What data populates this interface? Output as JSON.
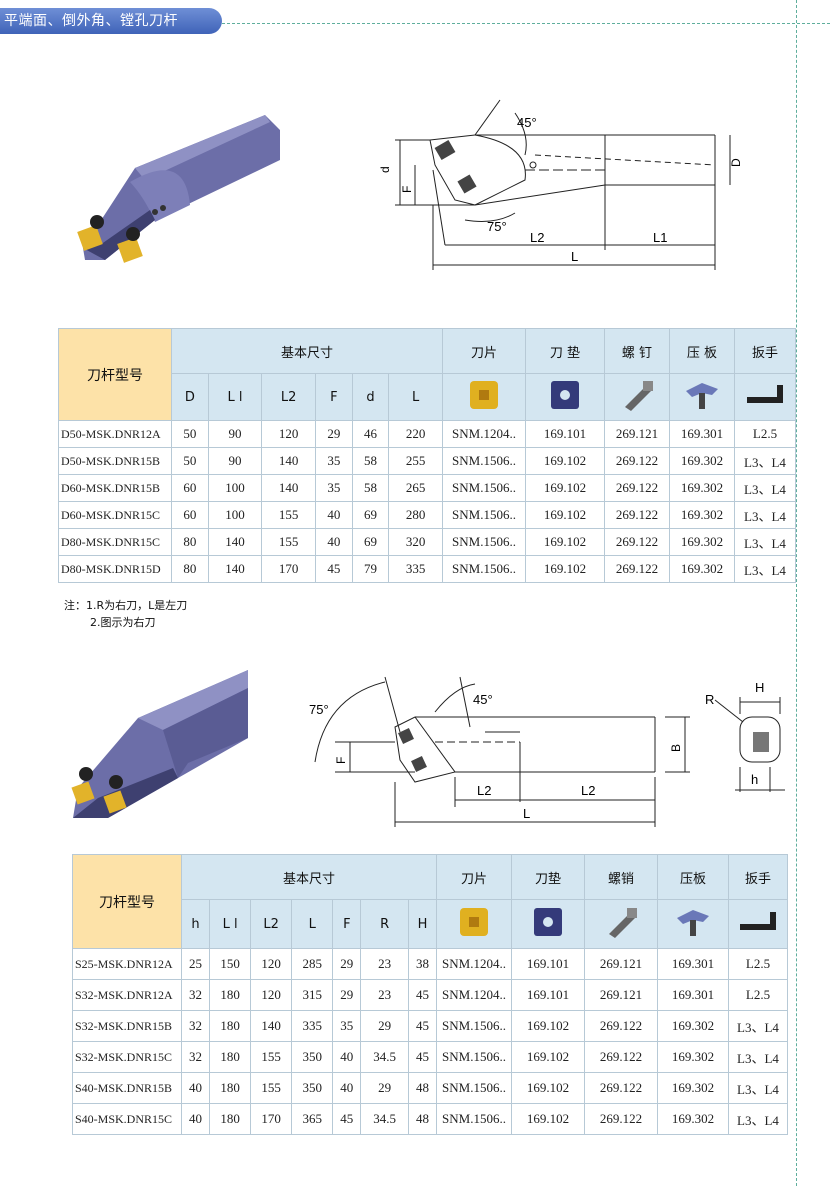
{
  "header": {
    "title": "平端面、倒外角、镗孔刀杆"
  },
  "diagram1": {
    "angle_top": "45°",
    "angle_bottom": "75°",
    "dim_d": "d",
    "dim_F": "F",
    "dim_D": "D",
    "dim_L2": "L2",
    "dim_L1": "L1",
    "dim_L": "L"
  },
  "diagram2": {
    "angle_left": "75°",
    "angle_top": "45°",
    "dim_F": "F",
    "dim_B": "B",
    "dim_L2a": "L2",
    "dim_L2b": "L2",
    "dim_L": "L",
    "dim_R": "R",
    "dim_H": "H",
    "dim_h": "h"
  },
  "table1": {
    "model_header": "刀杆型号",
    "basic_header": "基本尺寸",
    "part_headers": [
      "刀片",
      "刀  垫",
      "螺  钉",
      "压  板",
      "扳手"
    ],
    "dim_headers": [
      "D",
      "L l",
      "L2",
      "F",
      "d",
      "L"
    ],
    "rows": [
      [
        "D50-MSK.DNR12A",
        "50",
        "90",
        "120",
        "29",
        "46",
        "220",
        "SNM.1204..",
        "169.101",
        "269.121",
        "169.301",
        "L2.5"
      ],
      [
        "D50-MSK.DNR15B",
        "50",
        "90",
        "140",
        "35",
        "58",
        "255",
        "SNM.1506..",
        "169.102",
        "269.122",
        "169.302",
        "L3、L4"
      ],
      [
        "D60-MSK.DNR15B",
        "60",
        "100",
        "140",
        "35",
        "58",
        "265",
        "SNM.1506..",
        "169.102",
        "269.122",
        "169.302",
        "L3、L4"
      ],
      [
        "D60-MSK.DNR15C",
        "60",
        "100",
        "155",
        "40",
        "69",
        "280",
        "SNM.1506..",
        "169.102",
        "269.122",
        "169.302",
        "L3、L4"
      ],
      [
        "D80-MSK.DNR15C",
        "80",
        "140",
        "155",
        "40",
        "69",
        "320",
        "SNM.1506..",
        "169.102",
        "269.122",
        "169.302",
        "L3、L4"
      ],
      [
        "D80-MSK.DNR15D",
        "80",
        "140",
        "170",
        "45",
        "79",
        "335",
        "SNM.1506..",
        "169.102",
        "269.122",
        "169.302",
        "L3、L4"
      ]
    ]
  },
  "notes": {
    "line1": "注：1.R为右刀，L是左刀",
    "line2": "2.图示为右刀"
  },
  "table2": {
    "model_header": "刀杆型号",
    "basic_header": "基本尺寸",
    "part_headers": [
      "刀片",
      "刀垫",
      "螺销",
      "压板",
      "扳手"
    ],
    "dim_headers": [
      "h",
      "L l",
      "L2",
      "L",
      "F",
      "R",
      "H"
    ],
    "rows": [
      [
        "S25-MSK.DNR12A",
        "25",
        "150",
        "120",
        "285",
        "29",
        "23",
        "38",
        "SNM.1204..",
        "169.101",
        "269.121",
        "169.301",
        "L2.5"
      ],
      [
        "S32-MSK.DNR12A",
        "32",
        "180",
        "120",
        "315",
        "29",
        "23",
        "45",
        "SNM.1204..",
        "169.101",
        "269.121",
        "169.301",
        "L2.5"
      ],
      [
        "S32-MSK.DNR15B",
        "32",
        "180",
        "140",
        "335",
        "35",
        "29",
        "45",
        "SNM.1506..",
        "169.102",
        "269.122",
        "169.302",
        "L3、L4"
      ],
      [
        "S32-MSK.DNR15C",
        "32",
        "180",
        "155",
        "350",
        "40",
        "34.5",
        "45",
        "SNM.1506..",
        "169.102",
        "269.122",
        "169.302",
        "L3、L4"
      ],
      [
        "S40-MSK.DNR15B",
        "40",
        "180",
        "155",
        "350",
        "40",
        "29",
        "48",
        "SNM.1506..",
        "169.102",
        "269.122",
        "169.302",
        "L3、L4"
      ],
      [
        "S40-MSK.DNR15C",
        "40",
        "180",
        "170",
        "365",
        "45",
        "34.5",
        "48",
        "SNM.1506..",
        "169.102",
        "269.122",
        "169.302",
        "L3、L4"
      ]
    ]
  },
  "icons": [
    "insert-icon",
    "shim-icon",
    "screw-icon",
    "clamp-icon",
    "wrench-icon"
  ],
  "colors": {
    "accent": "#4a6cc4",
    "header_orange": "#fde2a8",
    "header_blue": "#d4e6f1",
    "tool_body": "#5d5f9a",
    "insert_gold": "#e0b020"
  }
}
